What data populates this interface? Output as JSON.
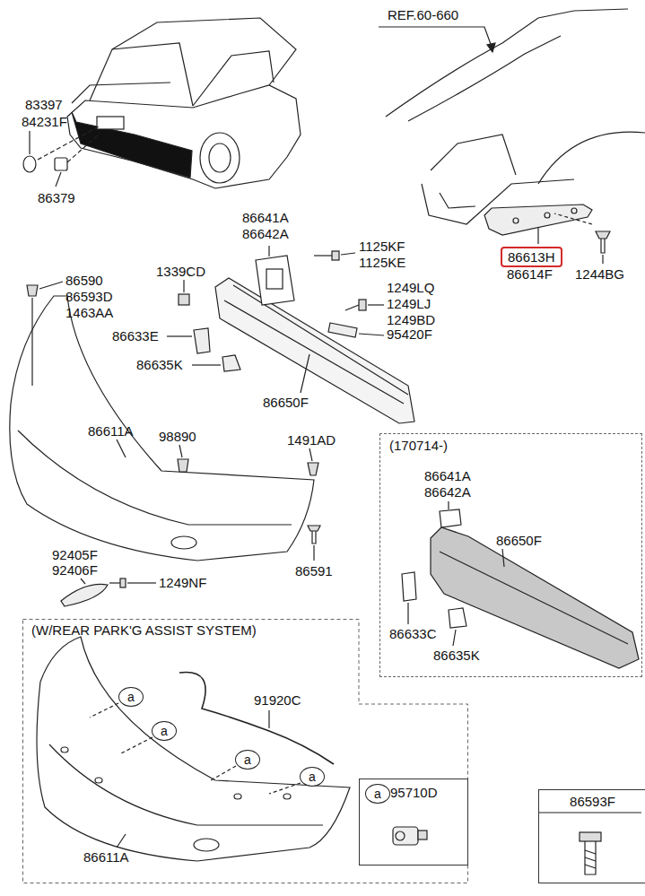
{
  "diagram": {
    "nodes": [
      {
        "text": [
          "86613H"
        ]
      },
      {
        "text": [
          "(170714-)"
        ]
      },
      {
        "text": [
          "(W/REAR PARK'G ASSIST SYSTEM)"
        ]
      },
      {
        "text": [
          "a"
        ],
        "in": 2
      },
      {
        "text": [
          "a"
        ],
        "in": 2
      },
      {
        "text": [
          "a"
        ],
        "in": 2
      },
      {
        "text": [
          "a"
        ],
        "in": 2
      },
      {
        "text": [
          "95710D"
        ],
        "in": 2
      },
      {
        "text": [
          "a"
        ],
        "in": 7
      },
      {
        "text": [
          "86593F"
        ]
      }
    ],
    "labels": [
      "REF.60-660",
      "83397",
      "84231F",
      "86379",
      "86641A",
      "86642A",
      "1125KF",
      "1125KE",
      "1339CD",
      "86614F",
      "1244BG",
      "86590",
      "86593D",
      "1463AA",
      "1249LQ",
      "1249LJ",
      "1249BD",
      "86633E",
      "95420F",
      "86635K",
      "86650F",
      "86611A",
      "98890",
      "1491AD",
      "86591",
      "92405F",
      "92406F",
      "1249NF",
      "86641A",
      "86642A",
      "86650F",
      "86633C",
      "86635K",
      "91920C",
      "86611A"
    ]
  }
}
